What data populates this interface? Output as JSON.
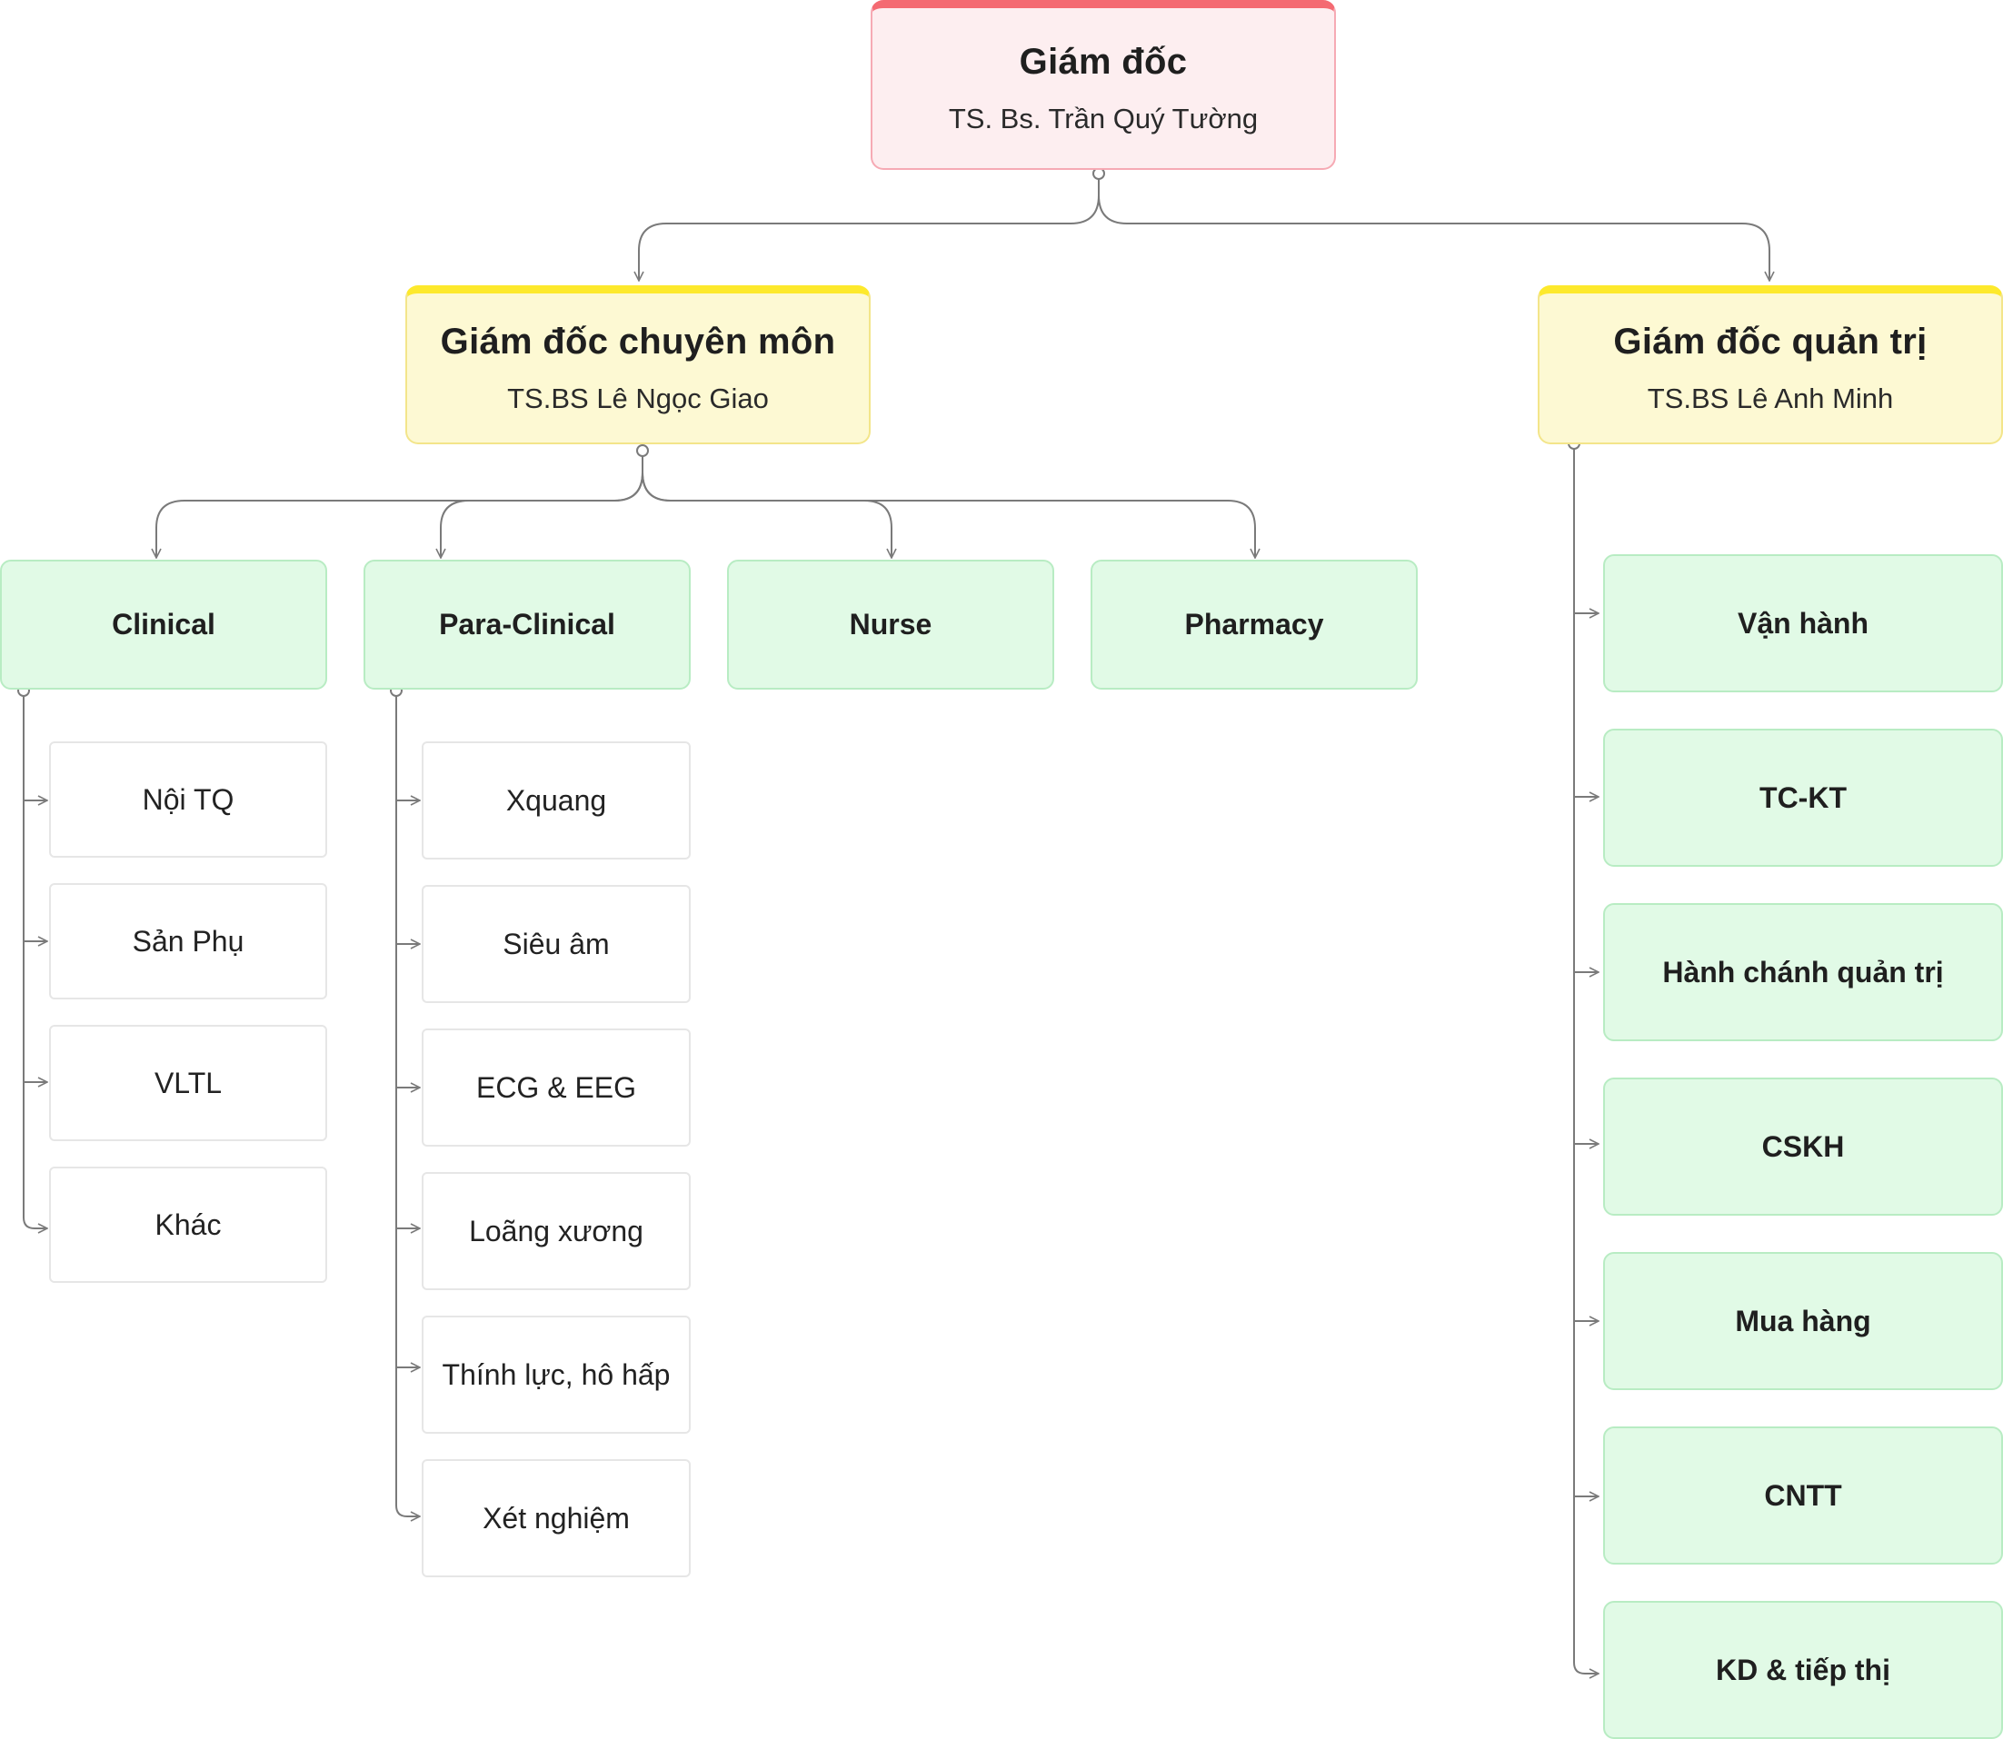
{
  "director": {
    "title": "Giám đốc",
    "name": "TS. Bs. Trần Quý Tường"
  },
  "medical_director": {
    "title": "Giám đốc chuyên môn",
    "name": "TS.BS Lê Ngọc Giao",
    "departments": [
      {
        "label": "Clinical",
        "units": [
          "Nội TQ",
          "Sản Phụ",
          "VLTL",
          "Khác"
        ]
      },
      {
        "label": "Para-Clinical",
        "units": [
          "Xquang",
          "Siêu âm",
          "ECG & EEG",
          "Loãng xương",
          "Thính lực, hô hấp",
          "Xét nghiệm"
        ]
      },
      {
        "label": "Nurse",
        "units": []
      },
      {
        "label": "Pharmacy",
        "units": []
      }
    ]
  },
  "admin_director": {
    "title": "Giám đốc quản trị",
    "name": "TS.BS Lê Anh Minh",
    "departments": [
      "Vận hành",
      "TC-KT",
      "Hành chánh quản trị",
      "CSKH",
      "Mua hàng",
      "CNTT",
      "KD & tiếp thị"
    ]
  },
  "colors": {
    "director_fill": "#fdeef0",
    "director_accent": "#f46a72",
    "manager_fill": "#fdf9d3",
    "manager_accent": "#fde92c",
    "department_fill": "#e1fae6",
    "connector": "#7a7a7a"
  }
}
